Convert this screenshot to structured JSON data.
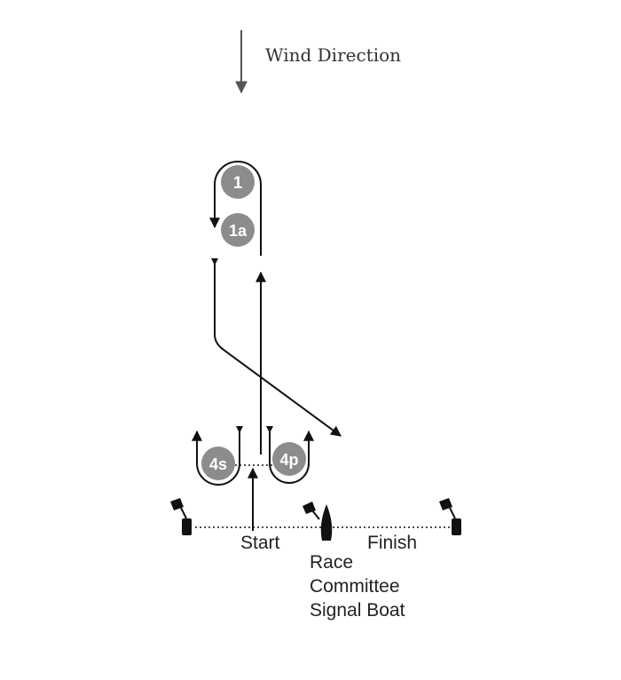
{
  "wind": {
    "label": "Wind Direction"
  },
  "marks": [
    {
      "id": "1",
      "label": "1"
    },
    {
      "id": "1a",
      "label": "1a"
    },
    {
      "id": "4s",
      "label": "4s"
    },
    {
      "id": "4p",
      "label": "4p"
    }
  ],
  "labels": {
    "start": "Start",
    "finish": "Finish",
    "rc_line1": "Race",
    "rc_line2": "Committee",
    "rc_line3": "Signal Boat"
  },
  "colors": {
    "mark_fill": "#8c8c8c",
    "line": "#111111"
  }
}
